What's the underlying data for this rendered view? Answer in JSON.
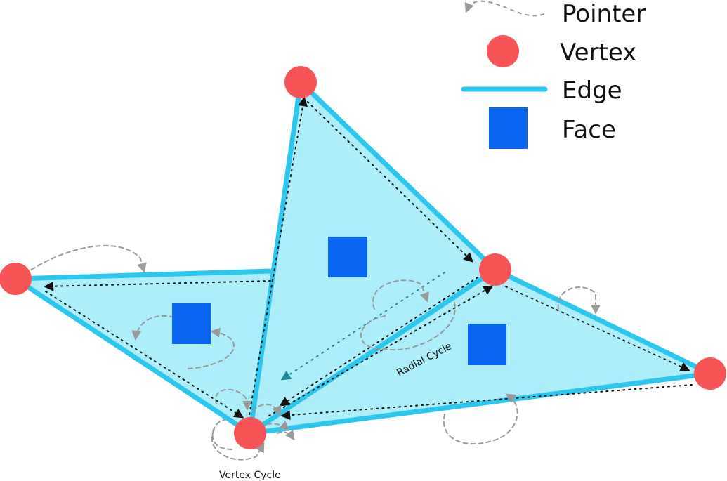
{
  "legend": {
    "pointer": "Pointer",
    "vertex": "Vertex",
    "edge": "Edge",
    "face": "Face"
  },
  "annotations": {
    "radial_cycle": "Radial Cycle",
    "vertex_cycle": "Vertex Cycle"
  },
  "colors": {
    "face_fill": "#aeeefb",
    "edge": "#2cc6ee",
    "vertex": "#f75458",
    "face_marker": "#0966f0",
    "pointer": "#9a9a9a",
    "loop_arrow": "#111111",
    "radial_arrow": "#1d8a9a"
  }
}
